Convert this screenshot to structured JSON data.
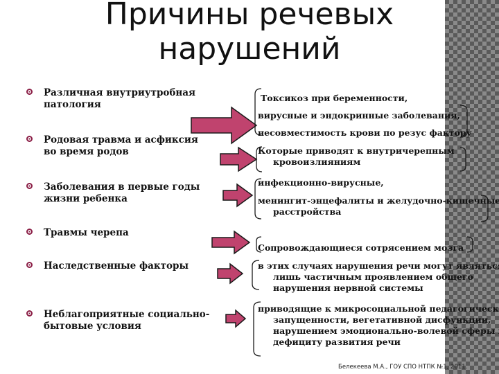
{
  "slide": {
    "title_line1": "Причины речевых",
    "title_line2": "нарушений",
    "causes": [
      "Различная внутриутробная патология",
      "Родовая травма и асфиксия во время родов",
      "Заболевания в первые годы жизни ребенка",
      "Травмы черепа",
      "Наследственные факторы",
      "Неблагоприятные социально-бытовые условия"
    ],
    "effects": {
      "e1": "Токсикоз при беременности,",
      "e2": "вирусные и эндокринные заболевания,",
      "e3": "несовместимость крови по резус фактору",
      "e4a": "Которые приводят к внутричерепным",
      "e4b": "кровоизлияниям",
      "e5": "инфекционно-вирусные,",
      "e6a": "менингит-энцефалиты и желудочно-кишечные",
      "e6b": "расстройства",
      "e7": "Сопровождающиеся сотрясением мозга",
      "e8a": "в этих случаях нарушения речи могут являться",
      "e8b": "лишь частичным проявлением общего",
      "e8c": "нарушения нервной системы",
      "e9a": "приводящие к микросоциальной педагогической",
      "e9b": "запущенности, вегетативной дисфункции,",
      "e9c": "нарушением эмоционально-волевой сферы и",
      "e9d": "дефициту развития речи"
    },
    "footer": "Белекеева М.А., ГОУ СПО НТПК №1, 2011.",
    "colors": {
      "arrow_fill": "#c0436e",
      "arrow_stroke": "#1a1a1a",
      "bullet": "#8a1d45",
      "stripe": "#5a5a5a"
    }
  }
}
